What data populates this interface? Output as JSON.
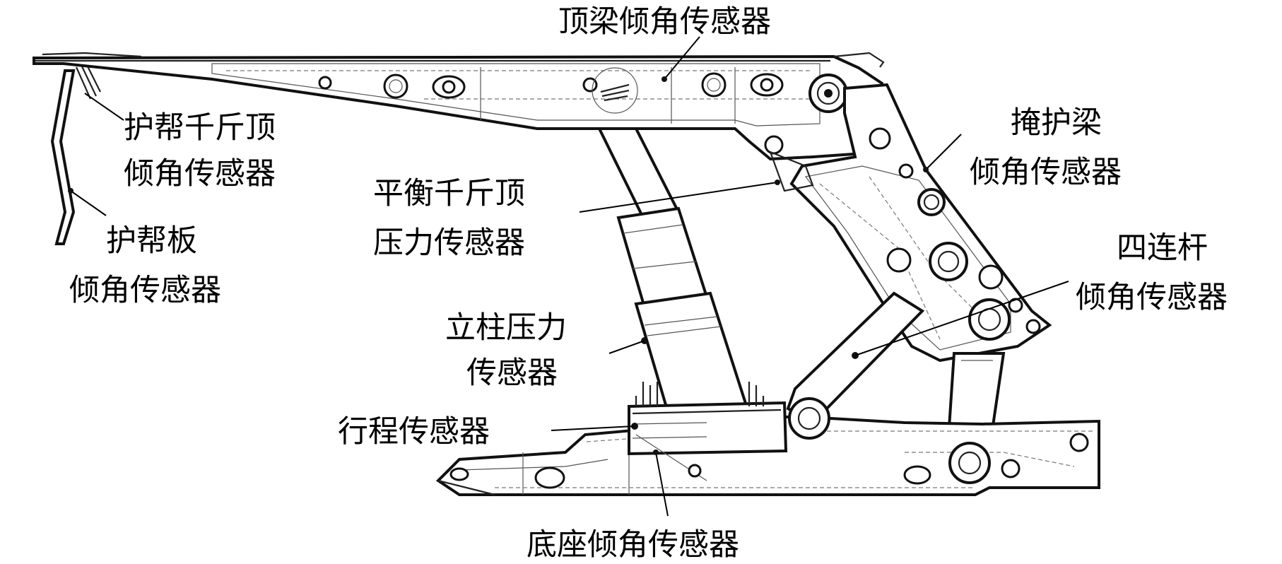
{
  "diagram": {
    "labels": {
      "canopy_sensor": "顶梁倾角传感器",
      "side_jack_line1": "护帮千斤顶",
      "side_jack_line2": "倾角传感器",
      "side_plate_line1": "护帮板",
      "side_plate_line2": "倾角传感器",
      "balance_jack_line1": "平衡千斤顶",
      "balance_jack_line2": "压力传感器",
      "shield_beam_line1": "掩护梁",
      "shield_beam_line2": "倾角传感器",
      "four_bar_line1": "四连杆",
      "four_bar_line2": "倾角传感器",
      "leg_pressure_line1": "立柱压力",
      "leg_pressure_line2": "传感器",
      "stroke_sensor": "行程传感器",
      "base_sensor": "底座倾角传感器"
    }
  }
}
